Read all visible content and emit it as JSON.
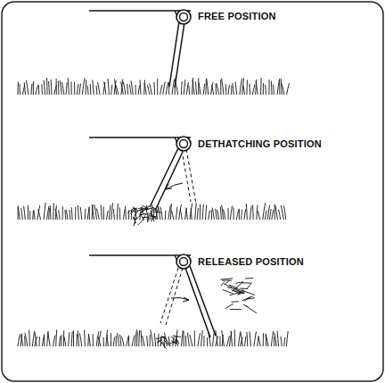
{
  "diagram": {
    "labels": [
      "FREE POSITION",
      "DETHATCHING POSITION",
      "RELEASED POSITION"
    ]
  }
}
